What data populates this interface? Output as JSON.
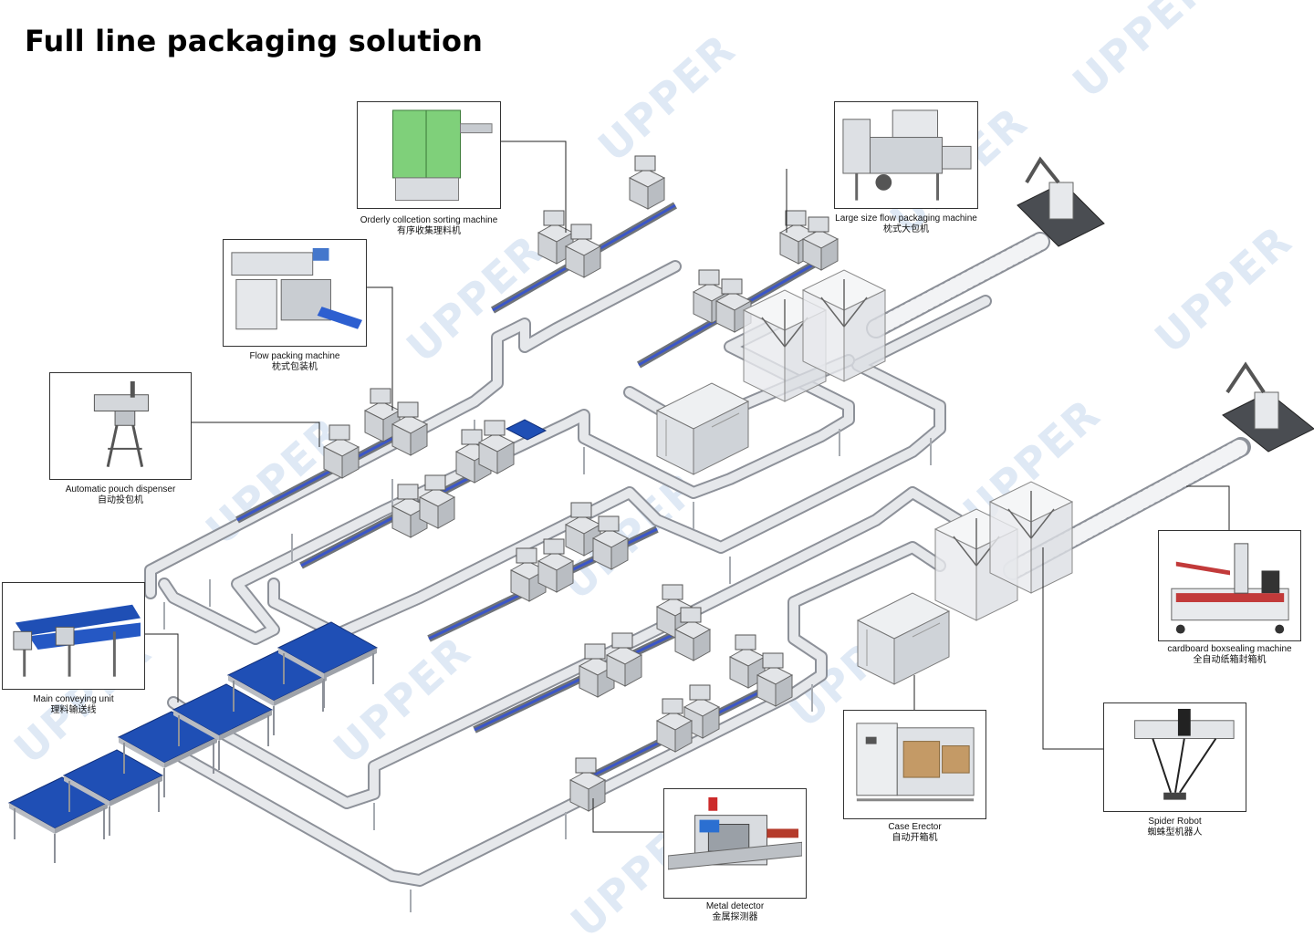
{
  "title": "Full line packaging solution",
  "watermark": "UPPER",
  "colors": {
    "belt_blue": "#1f4fb5",
    "rail": "#c9ccd2",
    "rail_edge": "#8d9199",
    "machine": "#d3d6da",
    "outline": "#333333"
  },
  "callouts": [
    {
      "id": "orderly-collection-sorting-machine",
      "en": "Orderly collcetion sorting machine",
      "zh": "有序收集理料机",
      "icon": "sorting-machine-photo"
    },
    {
      "id": "large-size-flow-packaging-machine",
      "en": "Large size flow packaging machine",
      "zh": "枕式大包机",
      "icon": "large-flow-packer-photo"
    },
    {
      "id": "flow-packing-machine",
      "en": "Flow packing machine",
      "zh": "枕式包装机",
      "icon": "flow-packer-photo"
    },
    {
      "id": "automatic-pouch-dispenser",
      "en": "Automatic pouch dispenser",
      "zh": "自动投包机",
      "icon": "pouch-dispenser-photo"
    },
    {
      "id": "main-conveying-unit",
      "en": "Main conveying unit",
      "zh": "理料输送线",
      "icon": "conveyor-photo"
    },
    {
      "id": "cardboard-boxsealing-machine",
      "en": "cardboard boxsealing machine",
      "zh": "全自动纸箱封箱机",
      "icon": "box-sealer-photo"
    },
    {
      "id": "spider-robot",
      "en": "Spider Robot",
      "zh": "蜘蛛型机器人",
      "icon": "delta-robot-photo"
    },
    {
      "id": "case-erector",
      "en": "Case Erector",
      "zh": "自动开箱机",
      "icon": "case-erector-photo"
    },
    {
      "id": "metal-detector",
      "en": "Metal detector",
      "zh": "金属探测器",
      "icon": "metal-detector-photo"
    }
  ]
}
